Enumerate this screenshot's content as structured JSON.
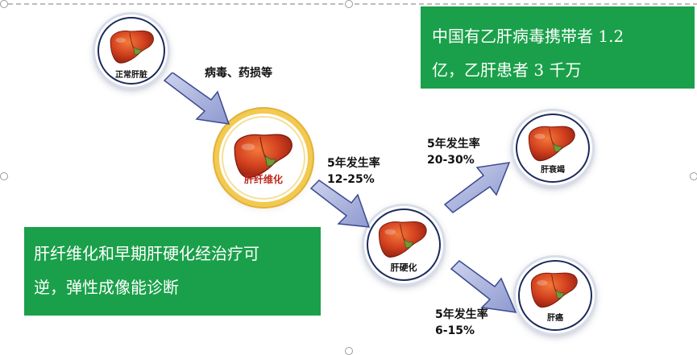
{
  "nodes": {
    "normal": {
      "label": "正常肝脏"
    },
    "fibrosis": {
      "label": "肝纤维化"
    },
    "cirrhosis": {
      "label": "肝硬化"
    },
    "failure": {
      "label": "肝衰竭"
    },
    "cancer": {
      "label": "肝癌"
    }
  },
  "edges": {
    "cause": "病毒、药损等",
    "to_cirrhosis": {
      "line1": "5年发生率",
      "line2": "12-25%"
    },
    "to_failure": {
      "line1": "5年发生率",
      "line2": "20-30%"
    },
    "to_cancer": {
      "line1": "5年发生率",
      "line2": "6-15%"
    }
  },
  "notes": {
    "top_right": {
      "line1": "中国有乙肝病毒携带者 1.2",
      "line2": "亿，乙肝患者 3 千万"
    },
    "bottom_left": {
      "line1": "肝纤维化和早期肝硬化经治疗可",
      "line2": "逆，弹性成像能诊断"
    }
  },
  "colors": {
    "box_green": "#1aa04a",
    "arrow_fill": "#a9b3dc",
    "arrow_stroke": "#3b4a90",
    "liver": "#c9341c"
  }
}
